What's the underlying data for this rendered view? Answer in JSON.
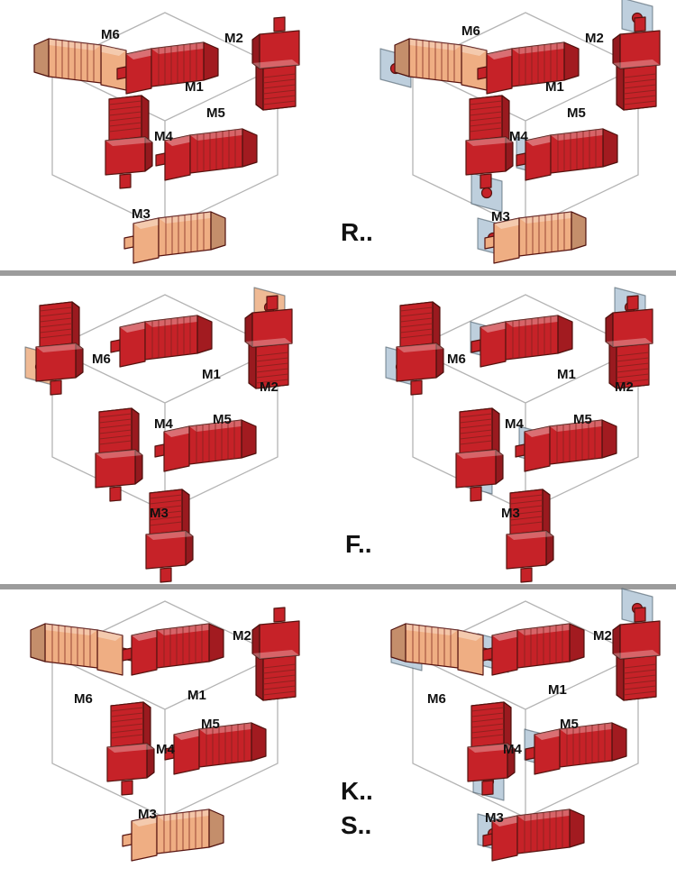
{
  "figure": {
    "description": "Mounting positions M1 to M6 for gear unit series, foot-mounted (left) and flange-mounted (right) variants"
  },
  "colors": {
    "motor_red": "#c62228",
    "motor_tan": "#efae83",
    "flange_plate_blue": "#b9ccdb",
    "flange_plate_tan": "#eeb58d",
    "frame_gray": "#b4b4b4",
    "divider_gray": "#9c9c9c"
  },
  "sections": [
    {
      "series_labels": [
        "R.."
      ],
      "clusters": [
        {
          "variant": "foot-mounted",
          "positions": [
            "M6",
            "M2",
            "M1",
            "M5",
            "M4",
            "M3"
          ]
        },
        {
          "variant": "flange-mounted",
          "positions": [
            "M6",
            "M2",
            "M1",
            "M5",
            "M4",
            "M3"
          ]
        }
      ]
    },
    {
      "series_labels": [
        "F.."
      ],
      "clusters": [
        {
          "variant": "foot-mounted",
          "positions": [
            "M6",
            "M1",
            "M2",
            "M4",
            "M5",
            "M3"
          ]
        },
        {
          "variant": "flange-mounted",
          "positions": [
            "M6",
            "M1",
            "M2",
            "M4",
            "M5",
            "M3"
          ]
        }
      ]
    },
    {
      "series_labels": [
        "K..",
        "S.."
      ],
      "clusters": [
        {
          "variant": "foot-mounted",
          "positions": [
            "M2",
            "M6",
            "M1",
            "M5",
            "M4",
            "M3"
          ]
        },
        {
          "variant": "flange-mounted",
          "positions": [
            "M2",
            "M6",
            "M1",
            "M5",
            "M4",
            "M3"
          ]
        }
      ]
    }
  ]
}
